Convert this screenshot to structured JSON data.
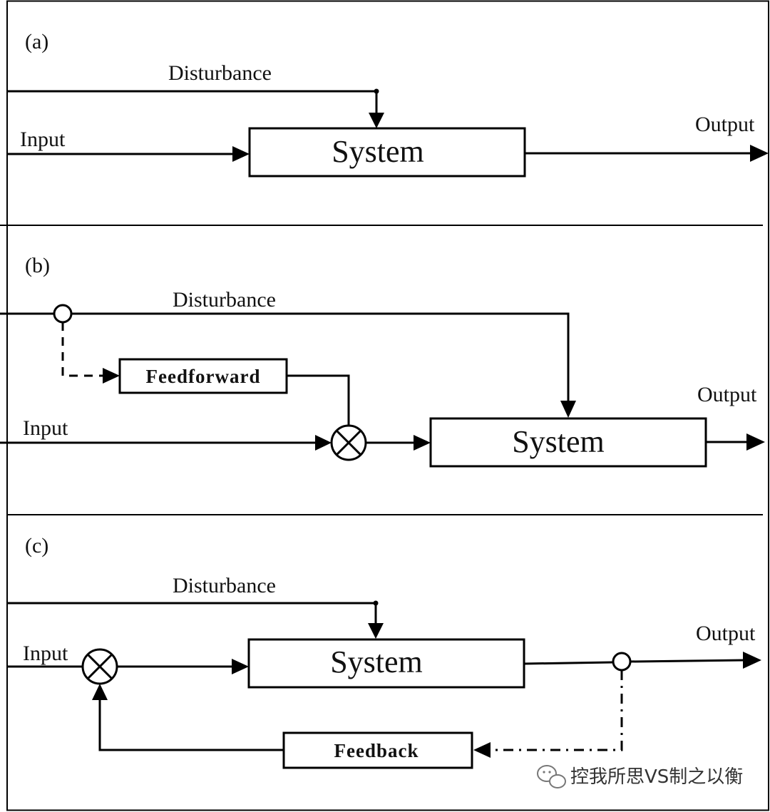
{
  "panels": [
    {
      "label": "(a)",
      "disturbance": "Disturbance",
      "input": "Input",
      "output": "Output",
      "system": "System"
    },
    {
      "label": "(b)",
      "disturbance": "Disturbance",
      "input": "Input",
      "output": "Output",
      "system": "System",
      "feedforward": "Feedforward"
    },
    {
      "label": "(c)",
      "disturbance": "Disturbance",
      "input": "Input",
      "output": "Output",
      "system": "System",
      "feedback": "Feedback"
    }
  ],
  "watermark": {
    "text": "控我所思VS制之以衡",
    "icon": "wechat-icon"
  }
}
